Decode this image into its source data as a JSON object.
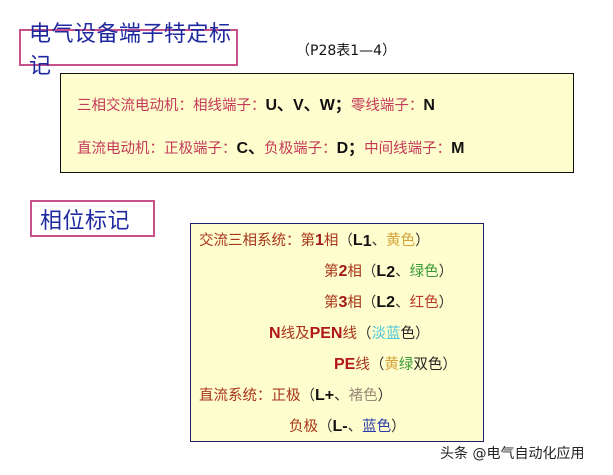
{
  "section1": {
    "title": "电气设备端子特定标记",
    "reference": "（P28表1—4）",
    "lines": [
      {
        "label": "三相交流电动机：",
        "parts": [
          {
            "text": "相线端子：",
            "style": "pink"
          },
          {
            "text": "U、V、W",
            "style": "bold"
          },
          {
            "text": "；",
            "style": "bold"
          },
          {
            "text": "零线端子：",
            "style": "pink"
          },
          {
            "text": "N",
            "style": "bold"
          }
        ]
      },
      {
        "label": "直流电动机：",
        "parts": [
          {
            "text": "正极端子：",
            "style": "pink"
          },
          {
            "text": "C",
            "style": "bold"
          },
          {
            "text": "、",
            "style": "bold"
          },
          {
            "text": "负极端子：",
            "style": "pink"
          },
          {
            "text": "D",
            "style": "bold"
          },
          {
            "text": "；",
            "style": "bold"
          },
          {
            "text": "中间线端子：",
            "style": "pink"
          },
          {
            "text": "M",
            "style": "bold"
          }
        ]
      }
    ]
  },
  "section2": {
    "title": "相位标记",
    "ac_label": "交流三相系统：",
    "phase1": {
      "pre": "第",
      "num": "1",
      "post": "相",
      "open": "（",
      "code": "L",
      "sub": "1",
      "sep": "、",
      "color_name": "黄色",
      "close": "）"
    },
    "phase2": {
      "pre": "第",
      "num": "2",
      "post": "相",
      "open": "（",
      "code": "L",
      "sub": "2",
      "sep": "、",
      "color_name": "绿色",
      "close": "）"
    },
    "phase3": {
      "pre": "第",
      "num": "3",
      "post": "相",
      "open": "（",
      "code": "L2",
      "sep": "、",
      "color_name": "红色",
      "close": "）"
    },
    "neutral": {
      "n": "N",
      "mid": "线及",
      "pen": "PEN",
      "suffix": "线",
      "open": "（",
      "color_a": "淡蓝",
      "color_b": "色",
      "close": "）"
    },
    "pe": {
      "pe": "PE",
      "suffix": "线",
      "open": "（",
      "color_a": "黄",
      "color_b": "绿",
      "color_c": "双色",
      "close": "）"
    },
    "dc_label": "直流系统：",
    "dc_pos": {
      "label": "正极",
      "open": "（",
      "code": "L+",
      "sep": "、",
      "color_name": "褚色",
      "close": "）"
    },
    "dc_neg": {
      "label": "负极",
      "open": "（",
      "code": "L-",
      "sep": "、",
      "color_name": "蓝色",
      "close": "）"
    }
  },
  "colors": {
    "title_border": "#c8508a",
    "title_text": "#1f2aa0",
    "box_bg": "#fefdcd",
    "pink_text": "#c43a5a",
    "red_text": "#a8351c"
  },
  "watermark": "头条 @电气自动化应用"
}
